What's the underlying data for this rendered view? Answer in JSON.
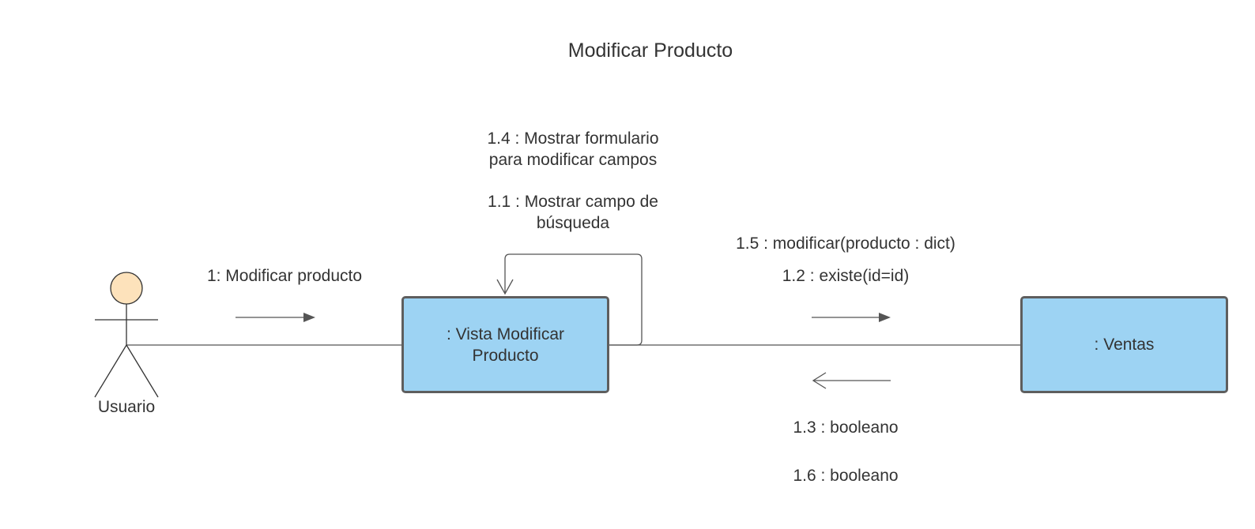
{
  "diagram": {
    "title": "Modificar Producto",
    "actor": {
      "label": "Usuario",
      "head_color": "#fde2bb"
    },
    "nodes": {
      "vista": {
        "label": ": Vista Modificar Producto"
      },
      "ventas": {
        "label": ": Ventas"
      }
    },
    "node_fill": "#9dd3f3",
    "node_border": "#5e5e5e",
    "line_color": "#555555",
    "messages": {
      "actor_to_vista": "1: Modificar producto",
      "self_1_4_a": "1.4 :  Mostrar formulario",
      "self_1_4_b": "para modificar campos",
      "self_1_1_a": "1.1 :  Mostrar campo de",
      "self_1_1_b": "búsqueda",
      "to_ventas_1_5": "1.5 : modificar(producto : dict)",
      "to_ventas_1_2": "1.2 : existe(id=id)",
      "return_1_3": "1.3 : booleano",
      "return_1_6": "1.6 : booleano"
    }
  }
}
